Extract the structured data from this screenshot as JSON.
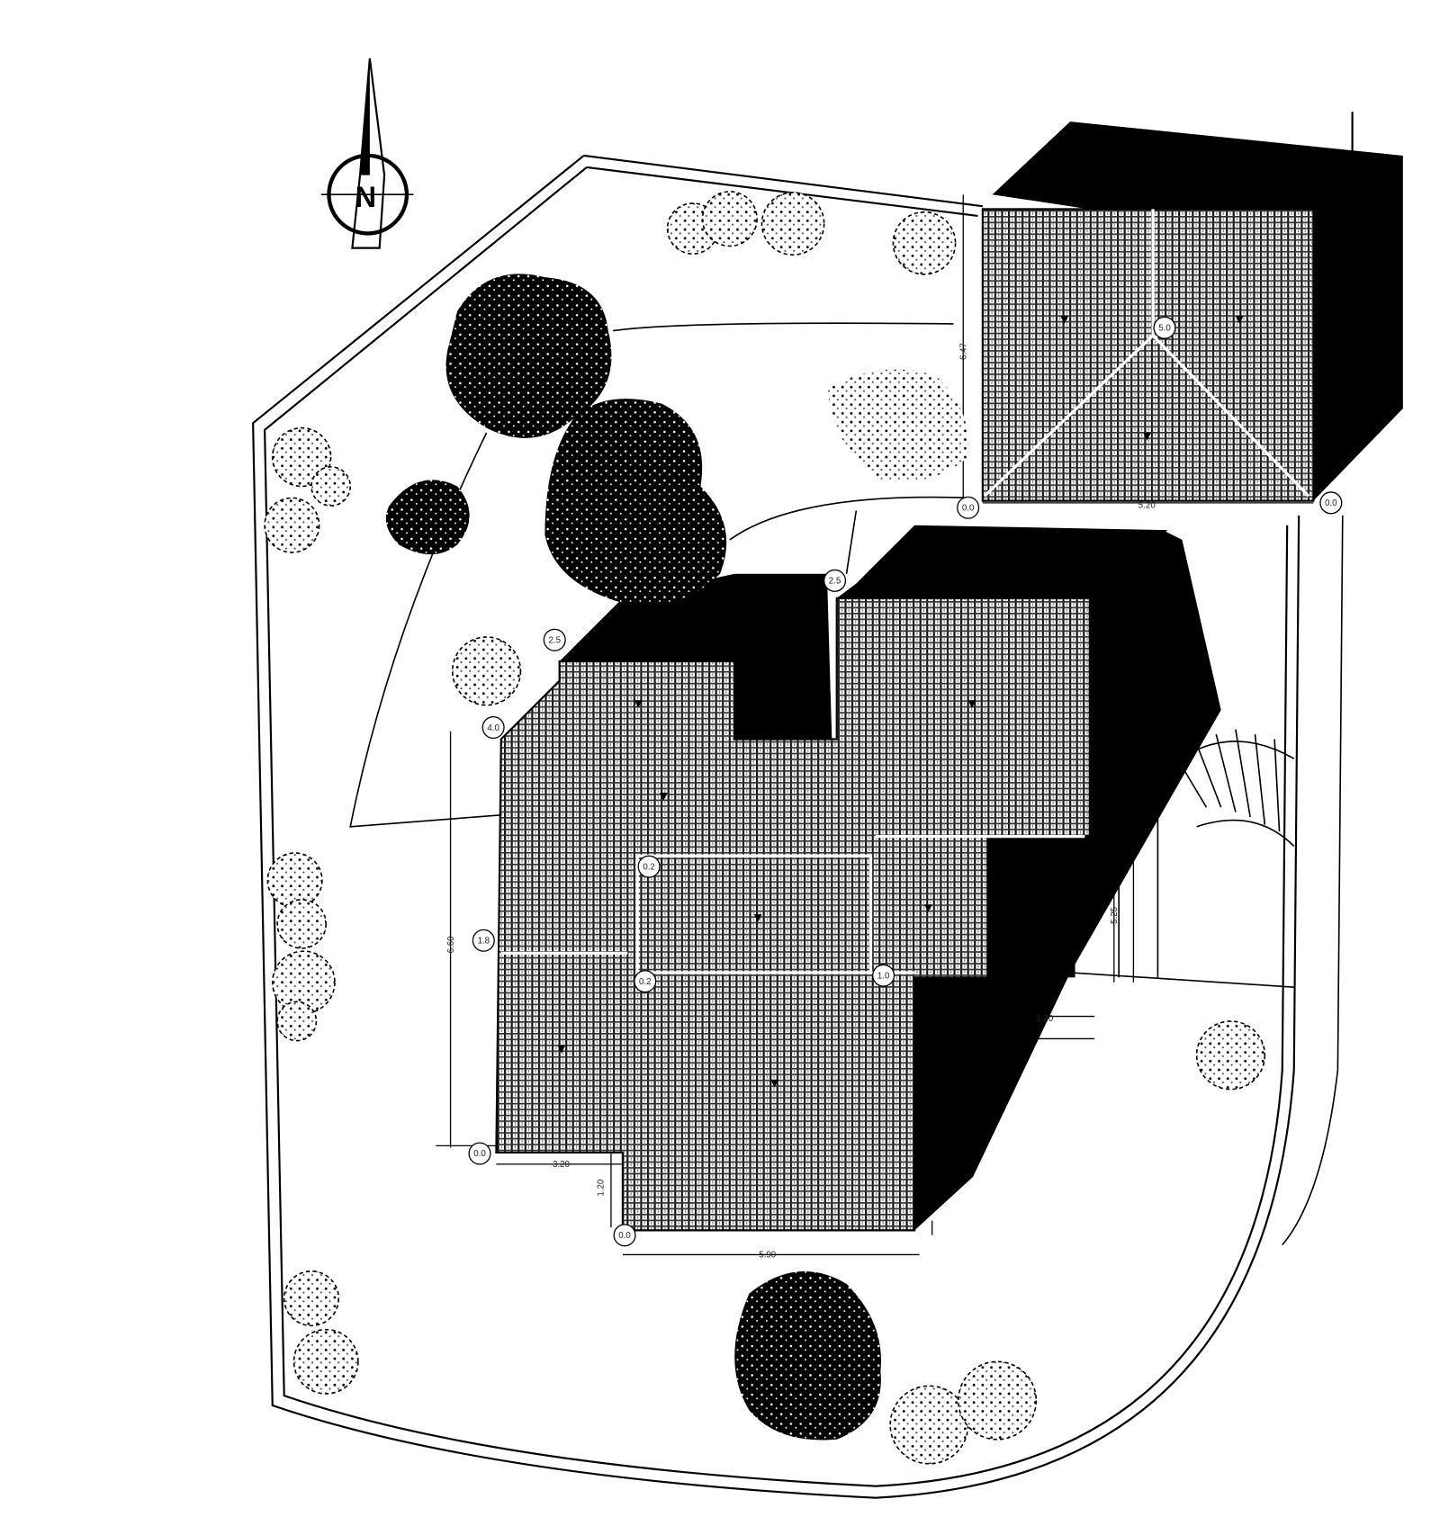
{
  "drawing": {
    "type": "site plan",
    "north_label": "N",
    "colors": {
      "ink": "#000000",
      "paper": "#ffffff",
      "roof_mid": "#555555"
    },
    "dimensions": {
      "garage_width": "5.20",
      "garage_depth": "6.47",
      "house_left_depth": "6.60",
      "house_bottom_left": "3.20",
      "house_bottom_step": "1.20",
      "house_bottom_width": "5.90",
      "driveway_depth": "5.25",
      "entrance_width": "1.20"
    },
    "levels": {
      "l1": "4.0",
      "l2": "2.5",
      "l3": "1.8",
      "l4": "0.2",
      "l5": "0.2",
      "l6": "1.0",
      "l7": "0.0",
      "l8": "0.0",
      "l9": "2.5",
      "l10": "0.0",
      "l11": "5.0",
      "l12": "0.0"
    }
  }
}
